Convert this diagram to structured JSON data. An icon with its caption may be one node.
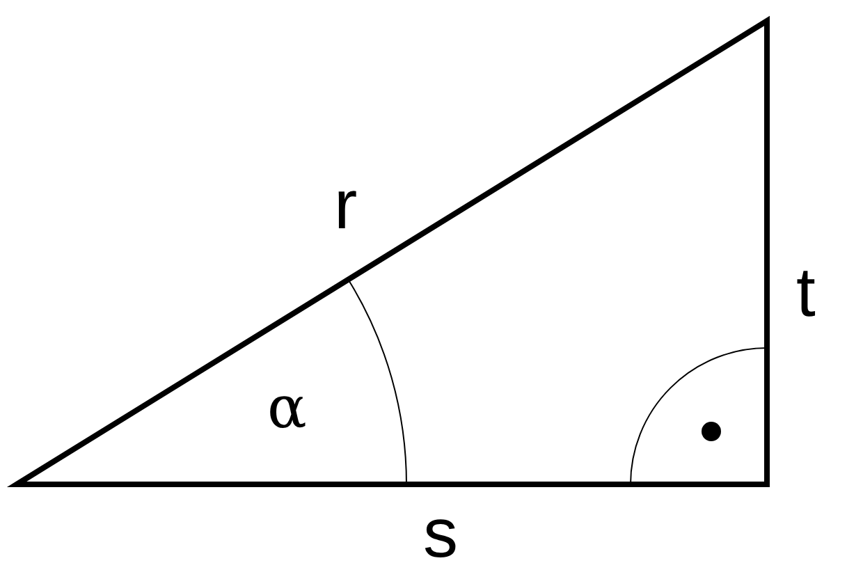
{
  "diagram": {
    "labels": [
      "r",
      "t",
      "α",
      "s"
    ]
  }
}
